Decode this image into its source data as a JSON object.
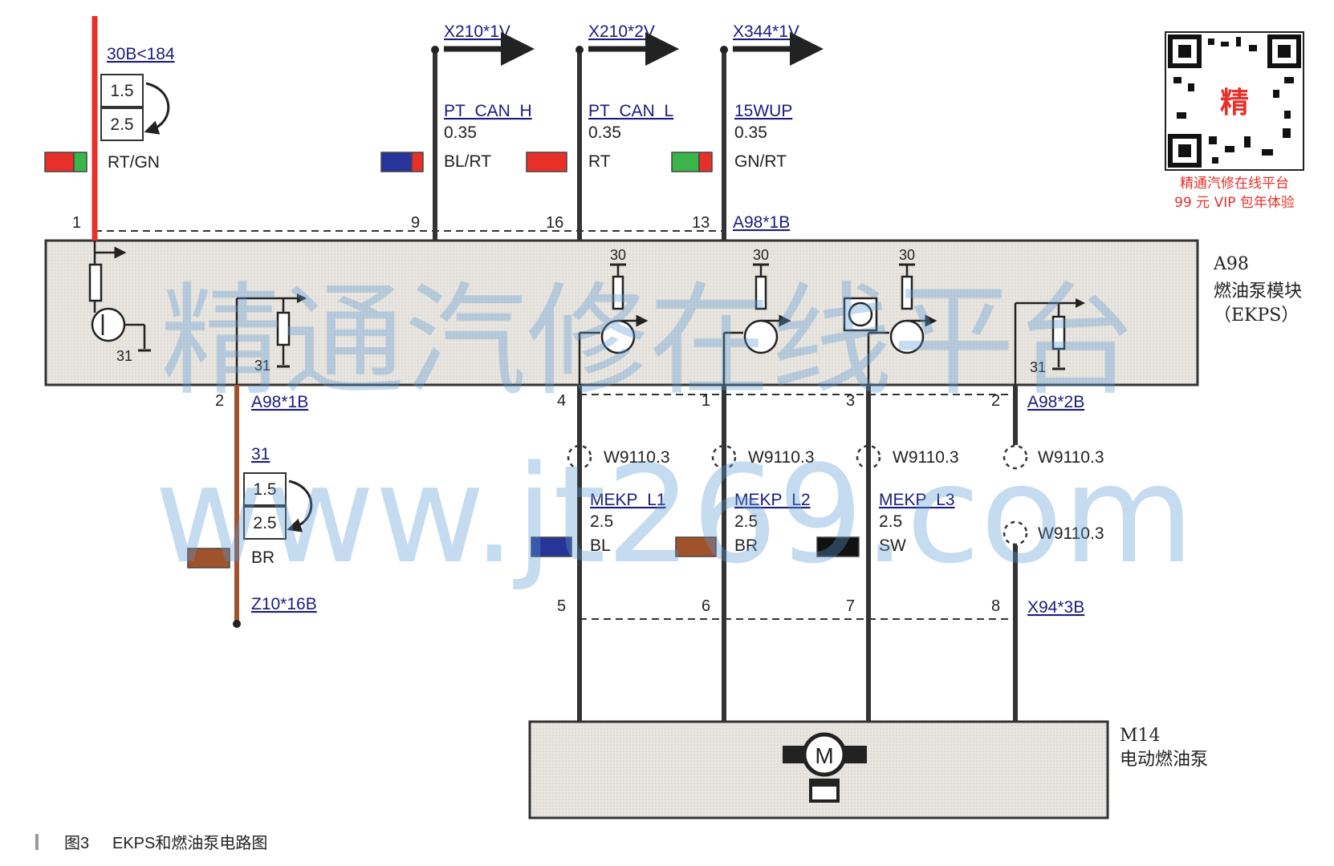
{
  "top_connectors": {
    "fuse": "30B<184",
    "can_h_target": "X210*1V",
    "can_l_target": "X210*2V",
    "wup_target": "X344*1V",
    "a98_1b_top": "A98*1B"
  },
  "wires_top": [
    {
      "name": "",
      "size_a": "1.5",
      "size_b": "2.5",
      "color_code": "RT/GN",
      "pin": "1",
      "colors": [
        "#e8302a",
        "#3ab54a"
      ]
    },
    {
      "name": "PT_CAN_H",
      "size": "0.35",
      "color_code": "BL/RT",
      "pin": "9",
      "colors": [
        "#27349a",
        "#e8302a"
      ]
    },
    {
      "name": "PT_CAN_L",
      "size": "0.35",
      "color_code": "RT",
      "pin": "16",
      "colors": [
        "#e8302a",
        "#e8302a"
      ]
    },
    {
      "name": "15WUP",
      "size": "0.35",
      "color_code": "GN/RT",
      "pin": "13",
      "colors": [
        "#3ab54a",
        "#e8302a"
      ]
    }
  ],
  "module": {
    "id": "A98",
    "name": "燃油泵模块",
    "abbr": "（EKPS）",
    "supply_labels": [
      "30",
      "30",
      "30"
    ],
    "ground_labels": [
      "31",
      "31",
      "31"
    ]
  },
  "ground_wire": {
    "pin": "2",
    "connector": "A98*1B",
    "name": "31",
    "size_a": "1.5",
    "size_b": "2.5",
    "color_code": "BR",
    "end": "Z10*16B",
    "color": "#a0522d"
  },
  "motor_wires": [
    {
      "pin_top": "4",
      "splice": "W9110.3",
      "name": "MEKP_L1",
      "size": "2.5",
      "color_code": "BL",
      "pin_bottom": "5",
      "color": "#27349a"
    },
    {
      "pin_top": "1",
      "splice": "W9110.3",
      "name": "MEKP_L2",
      "size": "2.5",
      "color_code": "BR",
      "pin_bottom": "6",
      "color": "#a0522d"
    },
    {
      "pin_top": "3",
      "splice": "W9110.3",
      "name": "MEKP_L3",
      "size": "2.5",
      "color_code": "SW",
      "pin_bottom": "7",
      "color": "#111111"
    },
    {
      "pin_top": "2",
      "splice": "W9110.3",
      "splice_2": "W9110.3",
      "pin_bottom": "8"
    }
  ],
  "connector_a98_2b": "A98*2B",
  "connector_x94": "X94*3B",
  "motor": {
    "id": "M14",
    "name": "电动燃油泵",
    "symbol": "M"
  },
  "caption": {
    "figure": "图3",
    "title": "EKPS和燃油泵电路图"
  },
  "watermark": {
    "text": "精通汽修在线平台",
    "url": "www.jt269.com"
  },
  "qr": {
    "badge": "精",
    "line1": "精通汽修在线平台",
    "line2": "99 元 VIP 包年体验"
  },
  "icons": [
    "transistor-icon",
    "resistor-icon",
    "ground-icon",
    "motor-icon",
    "qr-code-icon",
    "arrow-right-icon"
  ]
}
